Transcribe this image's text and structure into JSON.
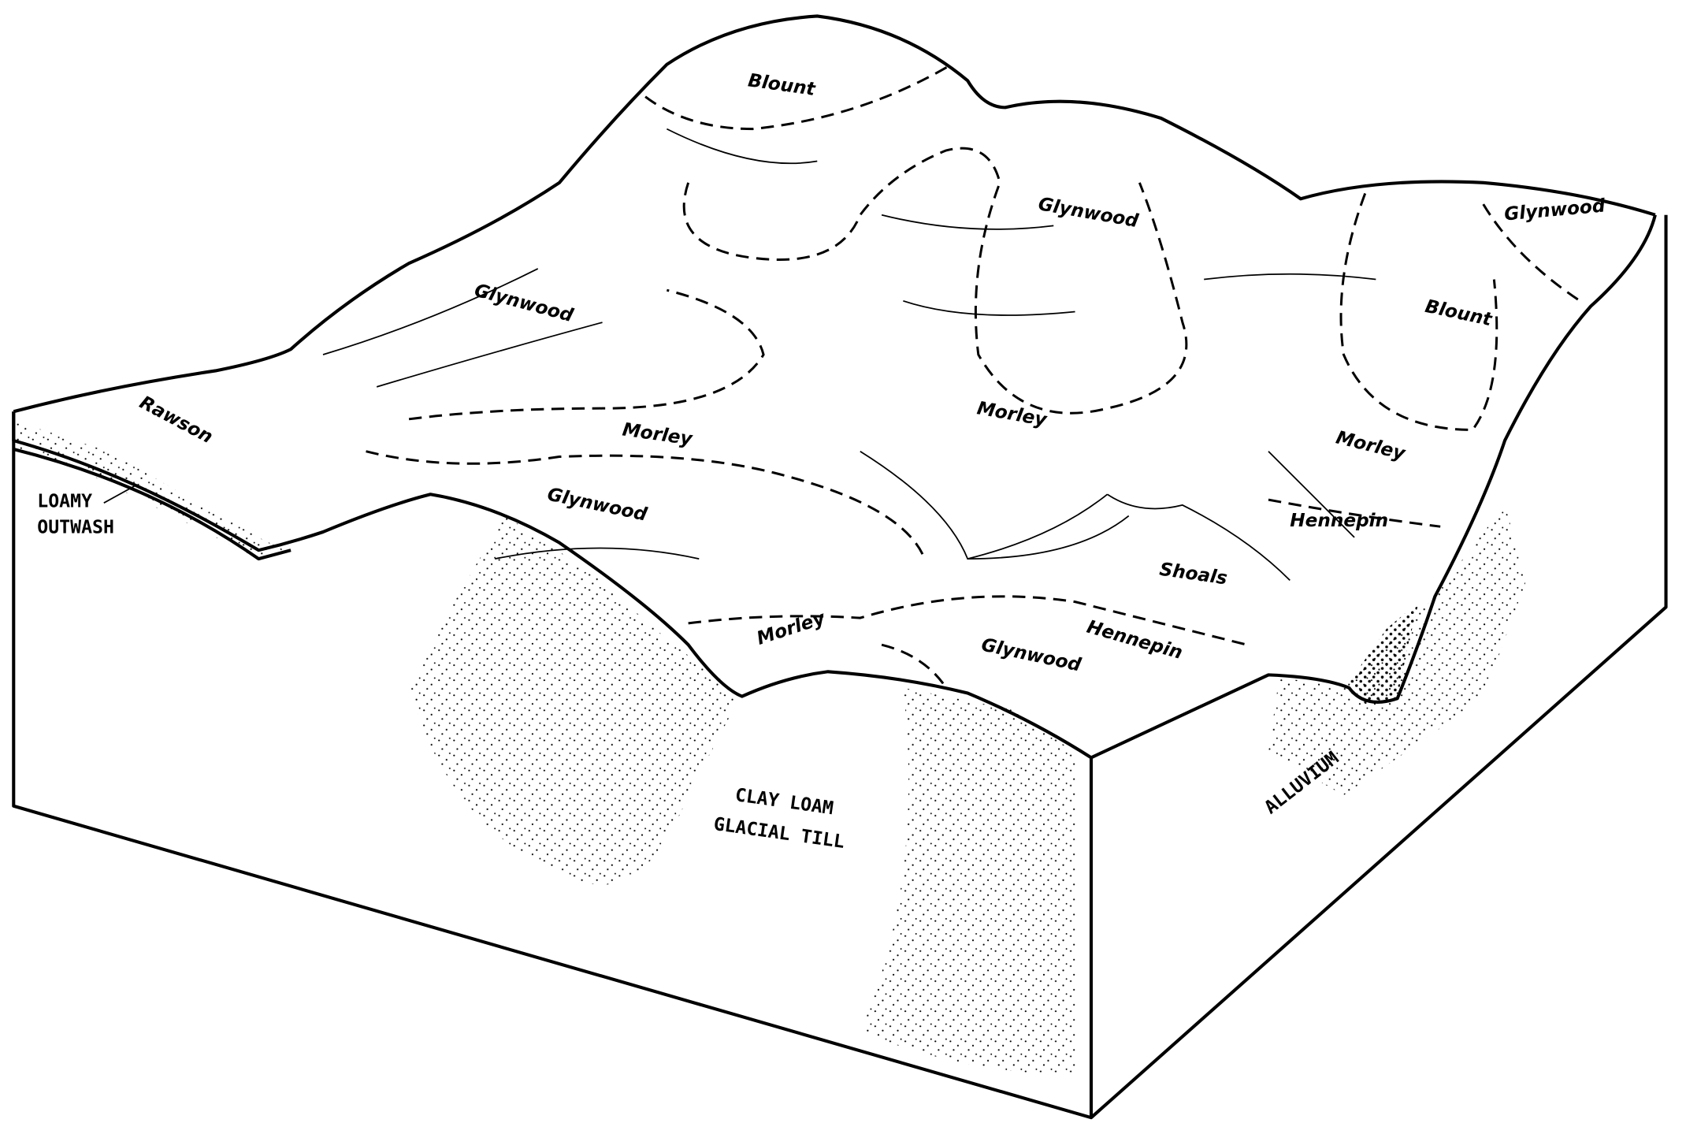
{
  "title": "Soil landscape block diagram",
  "soil_labels": {
    "blount_top": "Blount",
    "glynwood_center_top": "Glynwood",
    "glynwood_right_top": "Glynwood",
    "blount_right": "Blount",
    "glynwood_left": "Glynwood",
    "rawson": "Rawson",
    "morley_left": "Morley",
    "morley_center": "Morley",
    "morley_right": "Morley",
    "glynwood_front_left": "Glynwood",
    "hennepin_right": "Hennepin",
    "shoals": "Shoals",
    "hennepin_front": "Hennepin",
    "morley_front": "Morley",
    "glynwood_front": "Glynwood"
  },
  "material_labels": {
    "loamy_outwash_1": "LOAMY",
    "loamy_outwash_2": "OUTWASH",
    "clay_loam_1": "CLAY LOAM",
    "clay_loam_2": "GLACIAL TILL",
    "alluvium": "ALLUVIUM"
  }
}
